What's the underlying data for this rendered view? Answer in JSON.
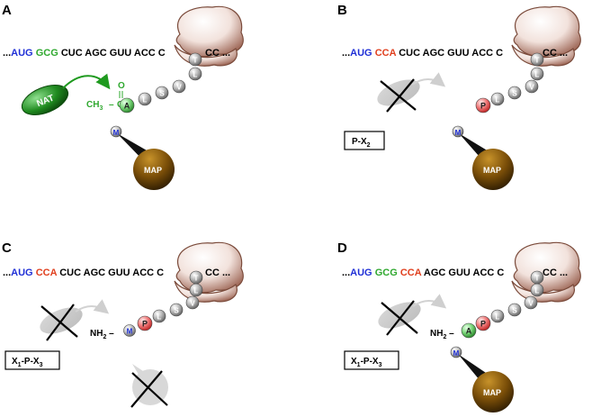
{
  "colors": {
    "blue": "#1f2fd6",
    "green": "#2fa82f",
    "red": "#e0401f",
    "black": "#000000",
    "gray_bead": "#9a9a9a",
    "green_bead": "#6fd06f",
    "red_bead": "#f06a6a",
    "map_brown": "#8a5a0a",
    "nat_green": "#1f8a1f",
    "ribosome": "#c79a8a"
  },
  "panels": [
    {
      "letter": "A",
      "seq_prefix": "...",
      "codon1": "AUG",
      "codon2": "GCG",
      "codon3": "",
      "seq_rest": "CUC AGC GUU ACC C",
      "seq_tail": "CC ...",
      "enzyme_nat": "NAT",
      "acetyl_ch3": "CH",
      "acetyl_sub": "3",
      "acetyl_dash": "–",
      "acetyl_c": "C",
      "acetyl_o": "O",
      "beads": [
        "A",
        "L",
        "S",
        "V",
        "L",
        "T"
      ],
      "met": "M",
      "map": "MAP"
    },
    {
      "letter": "B",
      "seq_prefix": "...",
      "codon1": "AUG",
      "codon2": "CCA",
      "codon3": "",
      "seq_rest": "CUC AGC GUU ACC C",
      "seq_tail": "CC ...",
      "beads": [
        "P",
        "L",
        "S",
        "V",
        "L",
        "T"
      ],
      "met": "M",
      "map": "MAP",
      "box_main": "P-X",
      "box_sub": "2"
    },
    {
      "letter": "C",
      "seq_prefix": "...",
      "codon1": "AUG",
      "codon2": "CCA",
      "codon3": "",
      "seq_rest": "CUC AGC GUU ACC C",
      "seq_tail": "CC ...",
      "nh2_main": "NH",
      "nh2_sub": "2",
      "nh2_dash": "–",
      "beads": [
        "M",
        "P",
        "L",
        "S",
        "V",
        "L",
        "T"
      ],
      "box_x": "X",
      "box_sub1": "1",
      "box_mid": "-P-X",
      "box_sub3": "3"
    },
    {
      "letter": "D",
      "seq_prefix": "...",
      "codon1": "AUG",
      "codon2": "GCG",
      "codon3": "CCA",
      "seq_rest": "AGC GUU ACC C",
      "seq_tail": "CC ...",
      "nh2_main": "NH",
      "nh2_sub": "2",
      "nh2_dash": "–",
      "beads": [
        "A",
        "P",
        "L",
        "S",
        "V",
        "L",
        "T"
      ],
      "met": "M",
      "map": "MAP",
      "box_x": "X",
      "box_sub1": "1",
      "box_mid": "-P-X",
      "box_sub3": "3"
    }
  ]
}
